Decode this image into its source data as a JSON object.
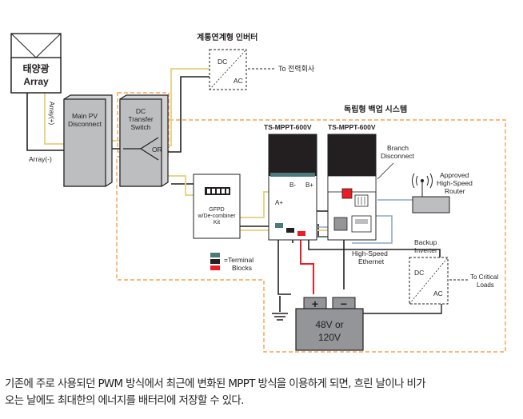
{
  "labels": {
    "pv_array_line1": "태양광",
    "pv_array_line2": "Array",
    "array_plus": "Array(+)",
    "array_minus": "Array(-)",
    "grid_inverter_title": "계통연계형 인버터",
    "inverter_dc": "DC",
    "inverter_ac": "AC",
    "to_utility": "To 전력회사",
    "main_pv_line1": "Main PV",
    "main_pv_line2": "Disconnect",
    "dc_transfer_line1": "DC",
    "dc_transfer_line2": "Transfer",
    "dc_transfer_line3": "Switch",
    "or_label": "OR",
    "standalone_title": "독립형 백업 시스템",
    "controller_1": "TS-MPPT-600V",
    "controller_2": "TS-MPPT-600V",
    "branch_line1": "Branch",
    "branch_line2": "Disconnect",
    "router_line1": "Approved",
    "router_line2": "High-Speed",
    "router_line3": "Router",
    "gfpd_line1": "GFPD",
    "gfpd_line2": "w/De-combiner",
    "gfpd_line3": "Kit",
    "b_minus": "B-",
    "b_plus": "B+",
    "a_plus": "A+",
    "terminal_line1": "=Terminal",
    "terminal_line2": "Blocks",
    "ethernet_line1": "High-Speed",
    "ethernet_line2": "Ethernet",
    "backup_line1": "Backup",
    "backup_line2": "Inverter",
    "backup_dc": "DC",
    "backup_ac": "AC",
    "critical_line1": "To Critical",
    "critical_line2": "Loads",
    "battery_plus": "+",
    "battery_minus": "−",
    "battery_line1": "48V or",
    "battery_line2": "120V"
  },
  "caption": {
    "line1": "기존에 주로 사용되던 PWM 방식에서 최근에 변화된 MPPT 방식을 이용하게 되면, 흐린 날이나 비가",
    "line2": "오는 날에도 최대한의 에너지를 배터리에 저장할 수 있다."
  },
  "colors": {
    "frame": "#231f20",
    "box_fill": "#bcbec0",
    "dashed_orange": "#f7a24b",
    "wire_yellow": "#e9d588",
    "wire_red": "#ed1c24",
    "wire_blue": "#8aa9c9",
    "wire_teal": "#4a7a7a",
    "panel_dark": "#231f20",
    "battery_fill": "#939598"
  }
}
